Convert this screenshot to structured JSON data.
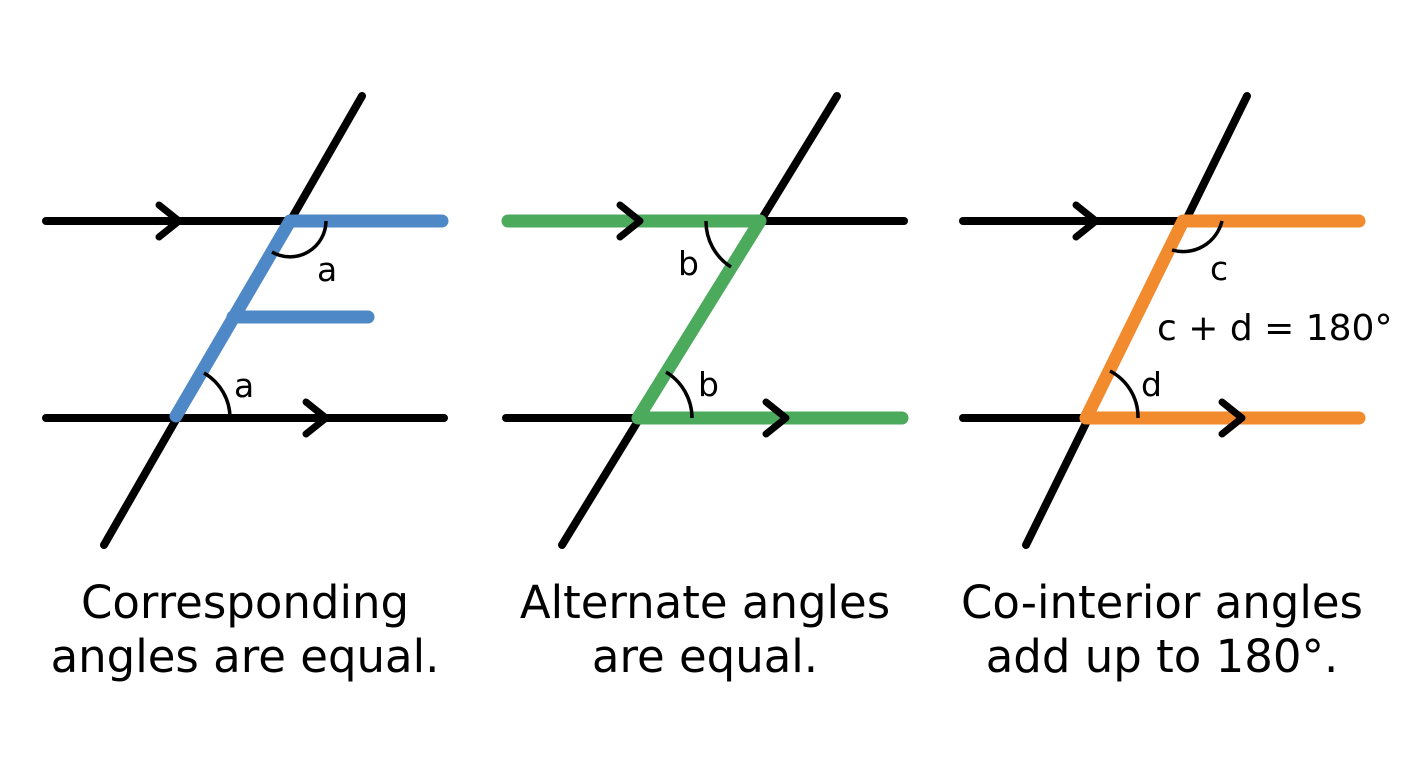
{
  "colors": {
    "ink": "#000000",
    "corresponding": "#4f88c6",
    "alternate": "#4caa5c",
    "cointerior": "#f28a2e"
  },
  "panels": [
    {
      "id": "corresponding",
      "angle_labels": [
        "a",
        "a"
      ],
      "caption_lines": [
        "Corresponding",
        "angles are equal."
      ]
    },
    {
      "id": "alternate",
      "angle_labels": [
        "b",
        "b"
      ],
      "caption_lines": [
        "Alternate angles",
        "are equal."
      ]
    },
    {
      "id": "cointerior",
      "angle_labels": [
        "c",
        "d"
      ],
      "rule": "c + d = 180°",
      "caption_lines": [
        "Co-interior angles",
        "add up to 180°."
      ]
    }
  ]
}
